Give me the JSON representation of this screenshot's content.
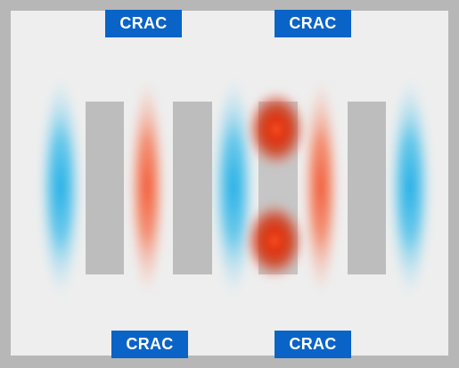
{
  "crac_units": {
    "top_left": "CRAC",
    "top_right": "CRAC",
    "bottom_left": "CRAC",
    "bottom_right": "CRAC"
  },
  "colors": {
    "room_floor": "#eeeeee",
    "room_wall": "#b7b7b7",
    "server_rack": "#bdbdbd",
    "crac_unit": "#0a63c7",
    "cold_aisle": "#29b3e6",
    "hot_aisle": "#f2603c",
    "hotspot": "#d92b0f"
  },
  "legend_semantics": {
    "cold_aisles": 3,
    "hot_aisles": 2,
    "server_racks": 4,
    "hotspots": 2
  }
}
